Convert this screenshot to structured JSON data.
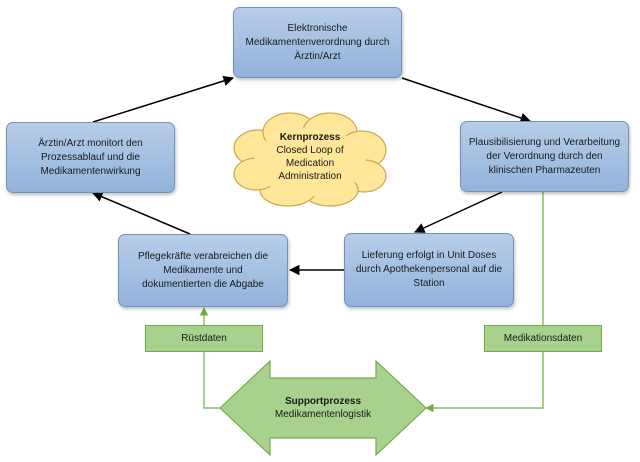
{
  "nodes": {
    "top": {
      "lines": [
        "Elektronische",
        "Medikamentenverordnung durch",
        "Ärztin/Arzt"
      ]
    },
    "left": {
      "lines": [
        "Ärztin/Arzt monitort den",
        "Prozessablauf und die",
        "Medikamentenwirkung"
      ]
    },
    "right": {
      "lines": [
        "Plausibilisierung und Verarbeitung",
        "der Verordnung durch den",
        "klinischen Pharmazeuten"
      ]
    },
    "care": {
      "lines": [
        "Pflegekräfte verabreichen die",
        "Medikamente und",
        "dokumentierten die Abgabe"
      ]
    },
    "delivery": {
      "lines": [
        "Lieferung erfolgt in Unit Doses",
        "durch Apothekenpersonal auf die",
        "Station"
      ]
    }
  },
  "cloud": {
    "title": "Kernprozess",
    "lines": [
      "Closed Loop of",
      "Medication",
      "Administration"
    ]
  },
  "data_boxes": {
    "rust": "Rüstdaten",
    "medikation": "Medikationsdaten"
  },
  "support": {
    "title": "Supportprozess",
    "subtitle": "Medikamentenlogistik"
  },
  "colors": {
    "process_fill": "#9dbbe0",
    "cloud_fill": "#ffe699",
    "support_fill": "#a9d18e",
    "support_line": "#70ad47",
    "arrow": "#000000"
  }
}
